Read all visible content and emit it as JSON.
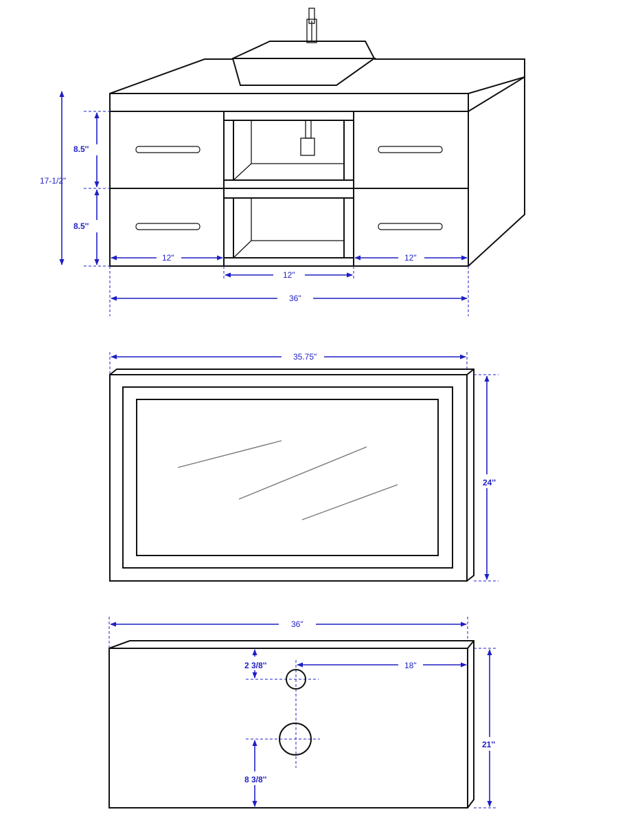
{
  "colors": {
    "line": "#111111",
    "dimension": "#1f1fc4",
    "glass": "#777777",
    "background": "#ffffff"
  },
  "vanity_front": {
    "height_total": "17-1/2\"",
    "drawer_height_top": "8.5''",
    "drawer_height_bottom": "8.5''",
    "left_drawer_width": "12\"",
    "center_opening_width": "12\"",
    "right_drawer_width": "12\"",
    "overall_width": "36\""
  },
  "mirror": {
    "width": "35.75\"",
    "height": "24''"
  },
  "countertop": {
    "width": "36\"",
    "depth": "21''",
    "faucet_hole_offset_edge": "2 3/8''",
    "faucet_hole_offset_right": "18\"",
    "drain_offset_edge": "8 3/8''"
  }
}
